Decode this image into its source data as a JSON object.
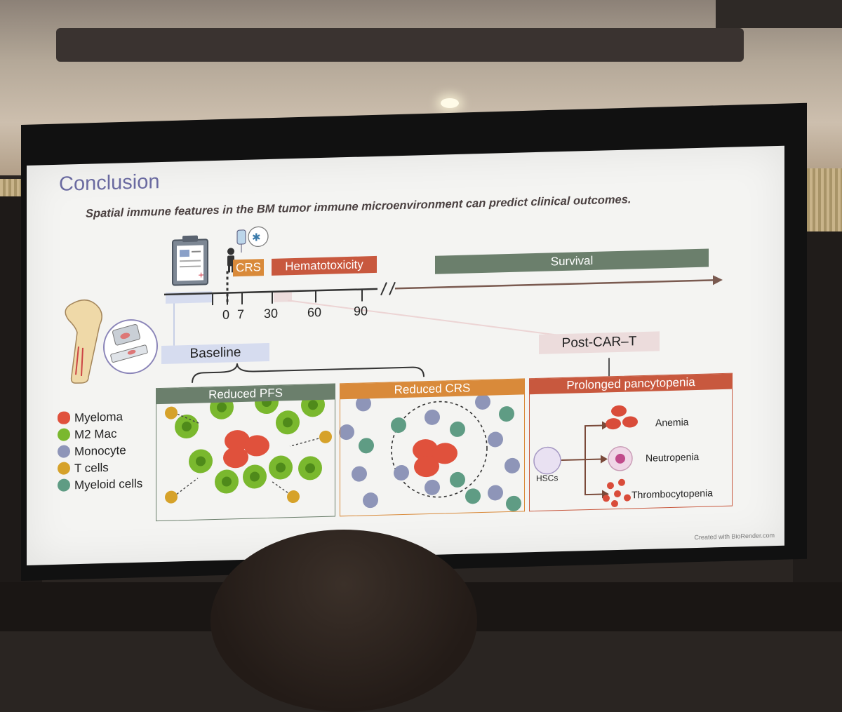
{
  "slide": {
    "title": "Conclusion",
    "subtitle": "Spatial immune features in the BM tumor immune microenvironment can predict clinical outcomes.",
    "credit": "Created with BioRender.com"
  },
  "timeline": {
    "crs_label": "CRS",
    "hematotoxicity_label": "Hematotoxicity",
    "survival_label": "Survival",
    "ticks": [
      "0",
      "7",
      "30",
      "60",
      "90"
    ]
  },
  "phases": {
    "baseline": "Baseline",
    "post_car_t": "Post-CAR–T"
  },
  "legend": [
    {
      "label": "Myeloma",
      "color": "#e0513c"
    },
    {
      "label": "M2 Mac",
      "color": "#7ab82e"
    },
    {
      "label": "Monocyte",
      "color": "#8e95b8"
    },
    {
      "label": "T cells",
      "color": "#d6a22a"
    },
    {
      "label": "Myeloid cells",
      "color": "#5f9c84"
    }
  ],
  "panels": {
    "pfs": {
      "title": "Reduced PFS",
      "color": "#6b7f6c"
    },
    "crs": {
      "title": "Reduced CRS",
      "color": "#d98a3a"
    },
    "pancyto": {
      "title": "Prolonged pancytopenia",
      "color": "#c8583e"
    }
  },
  "pancytopenia": {
    "source": "HSCs",
    "outcomes": [
      "Anemia",
      "Neutropenia",
      "Thrombocytopenia"
    ]
  },
  "colors": {
    "crs_bar": "#d98a3a",
    "hemato_bar": "#c8583e",
    "survival_bar": "#6b7f6c",
    "baseline_bar": "#d6dcef",
    "post_bar": "#ecdcdc"
  }
}
